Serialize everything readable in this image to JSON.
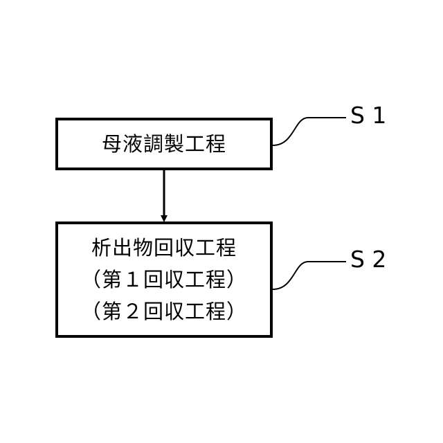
{
  "steps": [
    {
      "id": "S 1",
      "lines": [
        "母液調製工程"
      ]
    },
    {
      "id": "S 2",
      "lines": [
        "析出物回収工程",
        "（第１回収工程）",
        "（第２回収工程）"
      ]
    }
  ]
}
